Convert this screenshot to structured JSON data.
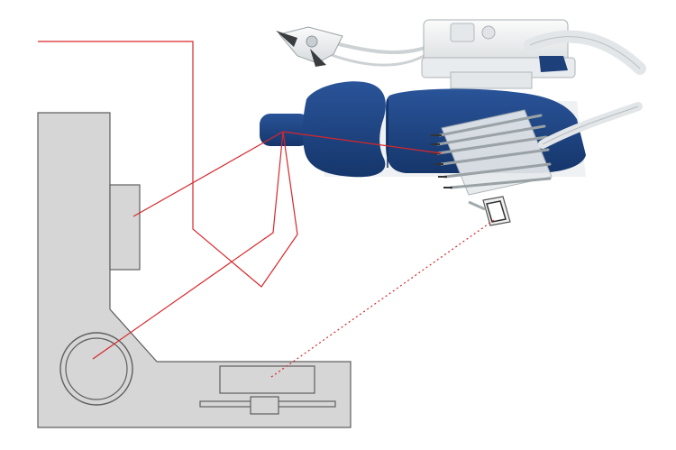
{
  "diagram": {
    "colors": {
      "background": "#ffffff",
      "furniture_fill": "#d6d6d6",
      "furniture_stroke": "#5f5f5f",
      "sightline": "#d8262b",
      "upholstery": "#1c4585",
      "upholstery_dark": "#0f2c5c",
      "equipment": "#eef0f1"
    },
    "icons": {
      "chair": "dental-chair-illustration",
      "light": "operating-light",
      "instrument_tray": "instrument-tray",
      "monitor": "monitor-screen"
    }
  }
}
